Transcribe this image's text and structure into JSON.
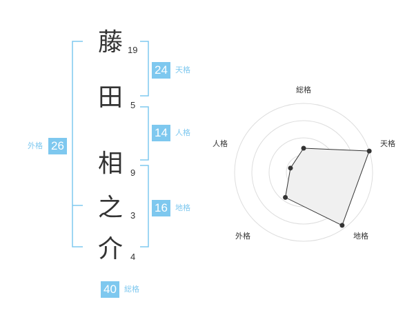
{
  "name": {
    "characters": [
      {
        "char": "藤",
        "strokes": "19"
      },
      {
        "char": "田",
        "strokes": "5"
      },
      {
        "char": "相",
        "strokes": "9"
      },
      {
        "char": "之",
        "strokes": "3"
      },
      {
        "char": "介",
        "strokes": "4"
      }
    ]
  },
  "fortunes": {
    "tenkaku": {
      "value": "24",
      "label": "天格"
    },
    "jinkaku": {
      "value": "14",
      "label": "人格"
    },
    "chikaku": {
      "value": "16",
      "label": "地格"
    },
    "gaikaku": {
      "value": "26",
      "label": "外格"
    },
    "soukaku": {
      "value": "40",
      "label": "総格"
    }
  },
  "colors": {
    "accent": "#7ec8ef",
    "text": "#333333",
    "grid": "#dddddd",
    "polygon_fill": "#f0f0f0"
  },
  "chart_data": {
    "type": "radar",
    "axes": [
      "総格",
      "天格",
      "地格",
      "外格",
      "人格"
    ],
    "values": [
      0.35,
      1.0,
      0.95,
      0.45,
      0.2
    ],
    "rings": 4
  }
}
